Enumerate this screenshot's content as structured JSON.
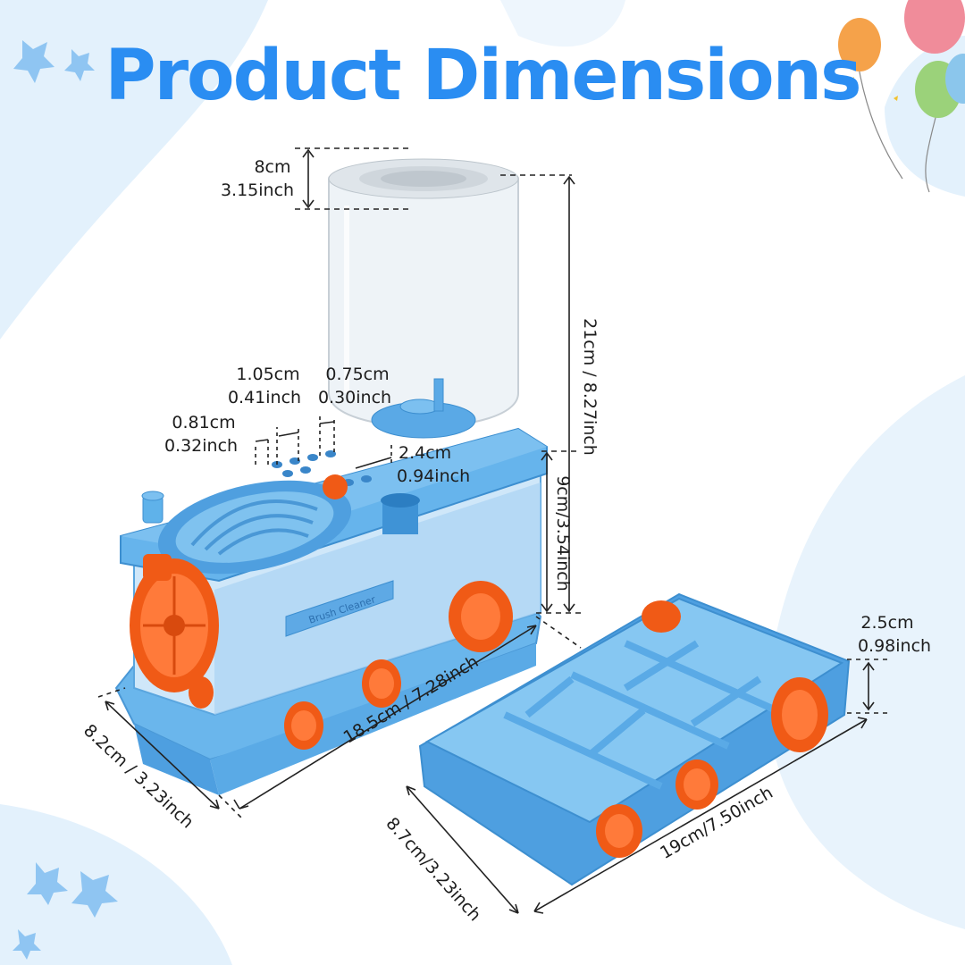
{
  "title": "Product Dimensions",
  "colors": {
    "title_blue": "#2a8df2",
    "product_blue": "#5fb2ea",
    "product_dark_blue": "#3d8fd0",
    "wheel_orange": "#f05a16",
    "background_blob": "#e3f1fc",
    "dimension_line": "#222222"
  },
  "product_text": "Brush Cleaner",
  "dimensions": {
    "cup_top_height": {
      "cm": "8cm",
      "inch": "3.15inch"
    },
    "total_height": "21cm / 8.27inch",
    "body_height": "9cm/3.54inch",
    "hole_small_a": {
      "cm": "1.05cm",
      "inch": "0.41inch"
    },
    "hole_small_b": {
      "cm": "0.75cm",
      "inch": "0.30inch"
    },
    "hole_small_c": {
      "cm": "0.81cm",
      "inch": "0.32inch"
    },
    "hole_large": {
      "cm": "2.4cm",
      "inch": "0.94inch"
    },
    "body_length": "18.5cm / 7.28inch",
    "body_width": "8.2cm / 3.23inch",
    "tray_height": {
      "cm": "2.5cm",
      "inch": "0.98inch"
    },
    "tray_length": "19cm/7.50inch",
    "tray_width": "8.7cm/3.23inch"
  },
  "decorations": [
    "balloon-icon",
    "star-splash-icon"
  ]
}
